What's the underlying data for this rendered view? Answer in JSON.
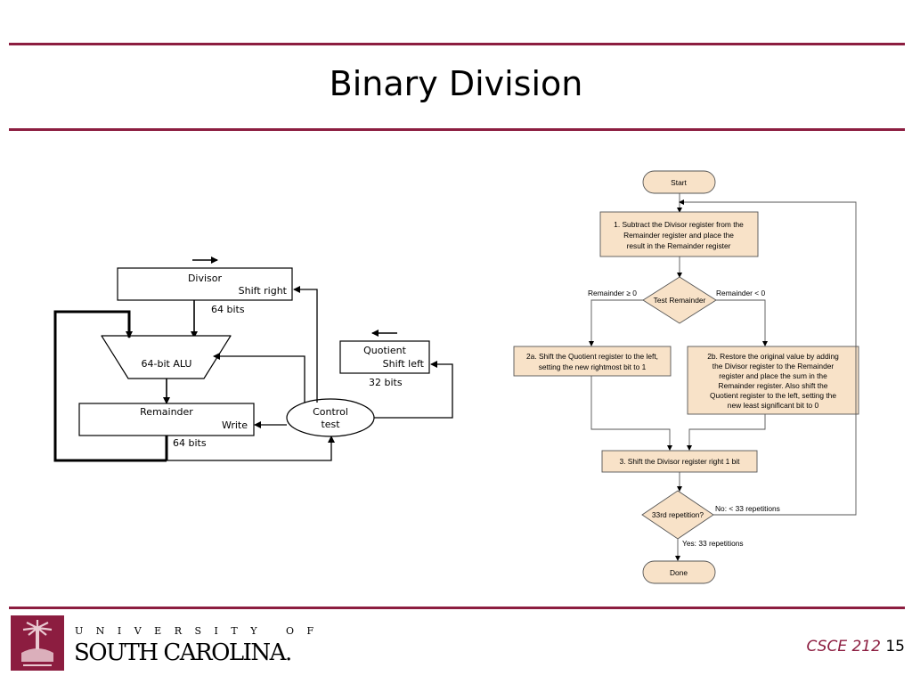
{
  "slide": {
    "title": "Binary Division",
    "course": "CSCE 212",
    "page": "15",
    "logo": {
      "line1": "UNIVERSITY OF",
      "line2": "SOUTH CAROLINA."
    },
    "colors": {
      "accent": "#8c1d40",
      "flow_box": "#f8e2c8"
    }
  },
  "hardware": {
    "divisor": {
      "name": "Divisor",
      "op": "Shift right",
      "width": "64 bits"
    },
    "alu": "64-bit ALU",
    "remainder": {
      "name": "Remainder",
      "op": "Write",
      "width": "64 bits"
    },
    "quotient": {
      "name": "Quotient",
      "op": "Shift left",
      "width": "32 bits"
    },
    "control": [
      "Control",
      "test"
    ]
  },
  "flowchart": {
    "start": "Start",
    "step1": [
      "1. Subtract the Divisor register from the",
      "Remainder register and place the",
      "result in the Remainder register"
    ],
    "test": "Test Remainder",
    "branch_ge": "Remainder ≥ 0",
    "branch_lt": "Remainder < 0",
    "step2a": [
      "2a. Shift the Quotient register to the left,",
      "setting the new rightmost bit to 1"
    ],
    "step2b": [
      "2b. Restore the original value by adding",
      "the Divisor register to the Remainder",
      "register and place the sum in the",
      "Remainder register. Also shift the",
      "Quotient register to the left, setting the",
      "new least significant bit to 0"
    ],
    "step3": "3. Shift the Divisor register right 1 bit",
    "repeat_test": "33rd repetition?",
    "no": "No:  < 33 repetitions",
    "yes": "Yes:  33 repetitions",
    "done": "Done"
  }
}
